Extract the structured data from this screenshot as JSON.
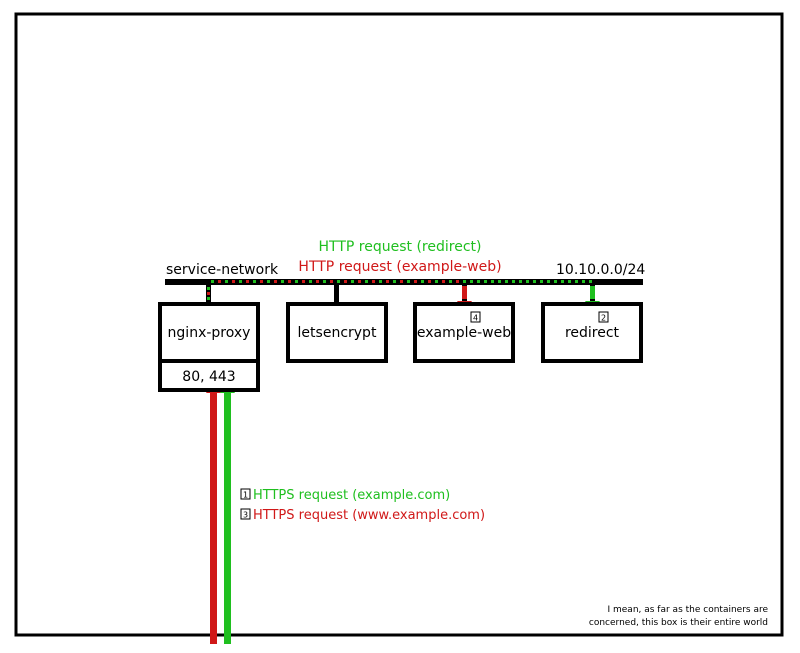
{
  "colors": {
    "green": "#1fbf1f",
    "red": "#d01818",
    "black": "#000000"
  },
  "network": {
    "name": "service-network",
    "subnet": "10.10.0.0/24",
    "label_redirect": "HTTP request (redirect)",
    "label_example_web": "HTTP request (example-web)"
  },
  "containers": {
    "nginx_proxy": {
      "name": "nginx-proxy",
      "ports": "80, 443"
    },
    "letsencrypt": {
      "name": "letsencrypt"
    },
    "example_web": {
      "name": "example-web",
      "step": "4"
    },
    "redirect": {
      "name": "redirect",
      "step": "2"
    }
  },
  "requests": [
    {
      "step": "1",
      "label": "HTTPS request (example.com)",
      "color": "#1fbf1f"
    },
    {
      "step": "3",
      "label": "HTTPS request (www.example.com)",
      "color": "#d01818"
    }
  ],
  "note": {
    "line1": "I mean, as far as the containers are",
    "line2": "concerned, this box is their entire world"
  }
}
